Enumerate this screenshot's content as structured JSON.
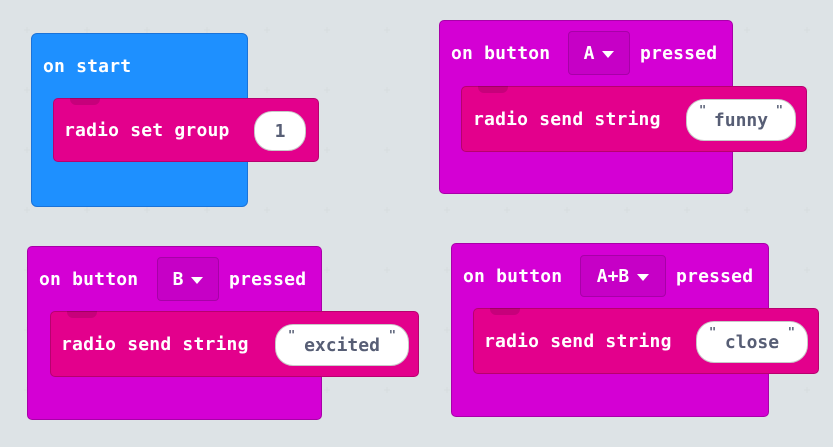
{
  "blocks": {
    "on_start": {
      "label": "on start",
      "child_label": "radio set group",
      "child_value": "1"
    },
    "button_a": {
      "prefix": "on button",
      "button": "A",
      "suffix": "pressed",
      "child_label": "radio send string",
      "child_value": "funny"
    },
    "button_b": {
      "prefix": "on button",
      "button": "B",
      "suffix": "pressed",
      "child_label": "radio send string",
      "child_value": "excited"
    },
    "button_ab": {
      "prefix": "on button",
      "button": "A+B",
      "suffix": "pressed",
      "child_label": "radio send string",
      "child_value": "close"
    }
  },
  "quote_mark": "\"",
  "colors": {
    "workspace": "#ecf0f1",
    "basic": "#1e90ff",
    "input": "#d400d4",
    "radio": "#e3008c"
  },
  "icons": {
    "dropdown": "chevron-down-icon"
  }
}
